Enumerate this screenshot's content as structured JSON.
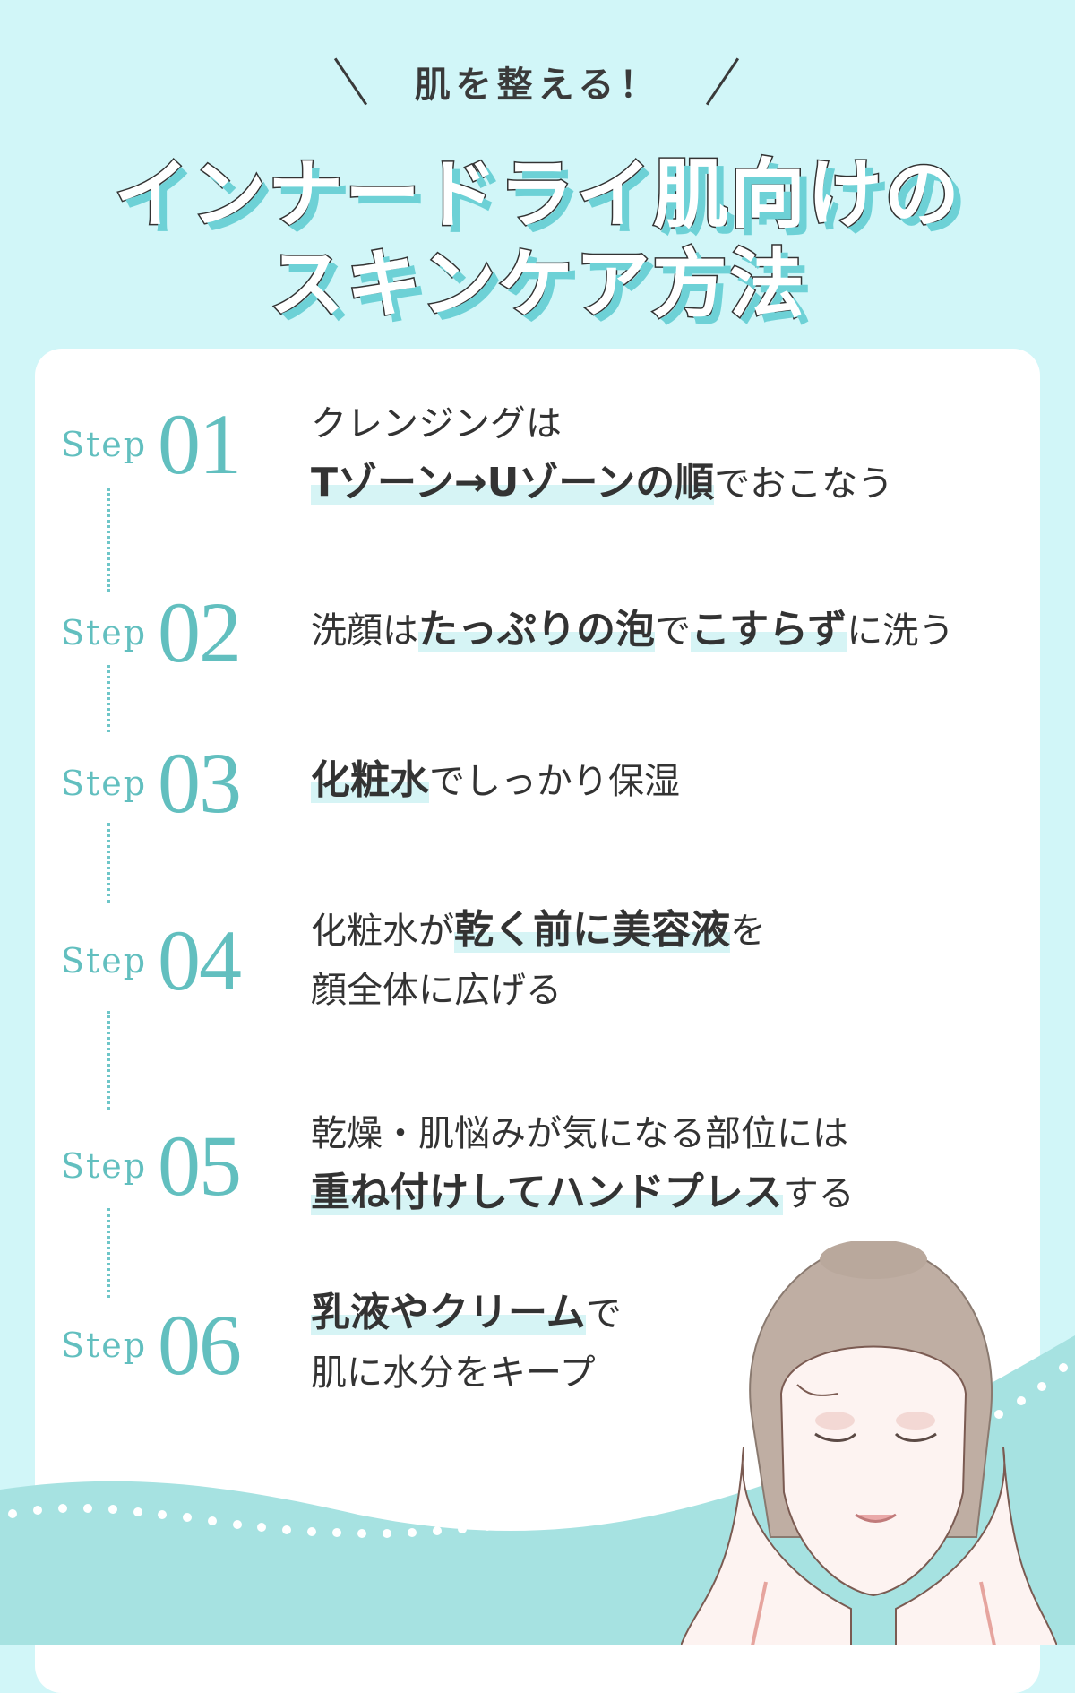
{
  "header": {
    "subtitle": "肌を整える！",
    "title_line1": "インナードライ肌向けの",
    "title_line2": "スキンケア方法"
  },
  "colors": {
    "background": "#d1f6f8",
    "accent": "#62bfbf",
    "highlight": "#d6f4f5",
    "wave": "#a6e2e1",
    "title_shadow": "#6dd1d6",
    "text": "#333333"
  },
  "steps": [
    {
      "label": "Step",
      "number": "01",
      "lines": [
        [
          {
            "t": "クレンジングは",
            "b": false
          }
        ],
        [
          {
            "t": "Tゾーン→Uゾーンの順",
            "b": true
          },
          {
            "t": "でおこなう",
            "b": false
          }
        ]
      ]
    },
    {
      "label": "Step",
      "number": "02",
      "lines": [
        [
          {
            "t": "洗顔は",
            "b": false
          },
          {
            "t": "たっぷりの泡",
            "b": true
          },
          {
            "t": "で",
            "b": false
          },
          {
            "t": "こすらず",
            "b": true
          },
          {
            "t": "に洗う",
            "b": false
          }
        ]
      ]
    },
    {
      "label": "Step",
      "number": "03",
      "lines": [
        [
          {
            "t": "化粧水",
            "b": true
          },
          {
            "t": "でしっかり保湿",
            "b": false
          }
        ]
      ]
    },
    {
      "label": "Step",
      "number": "04",
      "lines": [
        [
          {
            "t": "化粧水が",
            "b": false
          },
          {
            "t": "乾く前に美容液",
            "b": true
          },
          {
            "t": "を",
            "b": false
          }
        ],
        [
          {
            "t": "顔全体に広げる",
            "b": false
          }
        ]
      ]
    },
    {
      "label": "Step",
      "number": "05",
      "lines": [
        [
          {
            "t": "乾燥・肌悩みが気になる部位には",
            "b": false
          }
        ],
        [
          {
            "t": "重ね付けしてハンドプレス",
            "b": true
          },
          {
            "t": "する",
            "b": false
          }
        ]
      ]
    },
    {
      "label": "Step",
      "number": "06",
      "lines": [
        [
          {
            "t": "乳液やクリーム",
            "b": true
          },
          {
            "t": "で",
            "b": false
          }
        ],
        [
          {
            "t": "肌に水分をキープ",
            "b": false
          }
        ]
      ]
    }
  ],
  "illustration": {
    "icon": "woman-face-hands-illustration"
  }
}
